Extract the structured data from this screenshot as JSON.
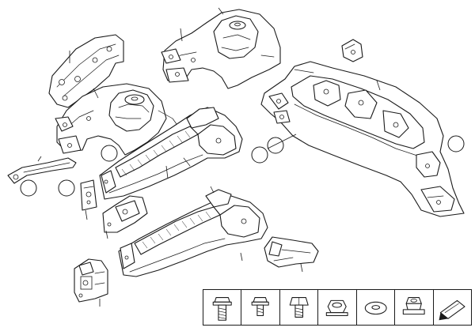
{
  "diagram": {
    "colors": {
      "line": "#1a1a1a",
      "background": "#ffffff"
    },
    "parts": [
      {
        "id": "upper-bracket"
      },
      {
        "id": "left-wheel-arch"
      },
      {
        "id": "right-wheel-arch"
      },
      {
        "id": "front-axle-carrier"
      },
      {
        "id": "left-engine-support"
      },
      {
        "id": "right-engine-support"
      },
      {
        "id": "small-bracket-top"
      },
      {
        "id": "tie-rod-bracket"
      },
      {
        "id": "mount-plate-left"
      },
      {
        "id": "console-bracket"
      },
      {
        "id": "front-plate"
      },
      {
        "id": "rear-bracket"
      }
    ],
    "legend": [
      {
        "id": "hex-bolt-long",
        "icon": "hex-bolt-icon"
      },
      {
        "id": "hex-bolt-flange",
        "icon": "flange-bolt-icon"
      },
      {
        "id": "hex-bolt-short",
        "icon": "short-bolt-icon"
      },
      {
        "id": "hex-nut",
        "icon": "hex-nut-icon"
      },
      {
        "id": "washer",
        "icon": "washer-icon"
      },
      {
        "id": "collar-nut",
        "icon": "collar-nut-icon"
      },
      {
        "id": "direction-arrow",
        "icon": "arrow-icon"
      }
    ]
  }
}
